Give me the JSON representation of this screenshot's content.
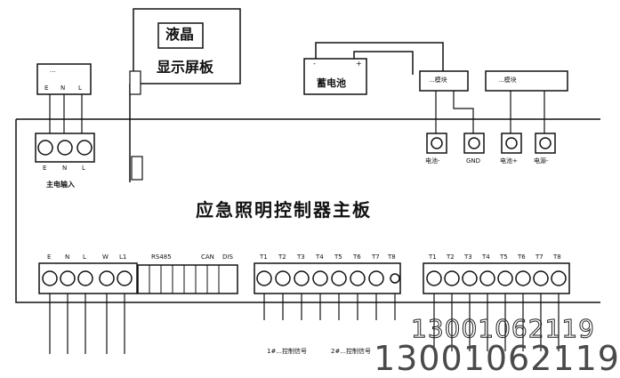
{
  "lcd_box": {
    "title": "液晶"
  },
  "display_panel": {
    "label": "显示屏板"
  },
  "main_board": {
    "title": "应急照明控制器主板"
  },
  "battery": {
    "label": "蓄电池",
    "minus": "-",
    "plus": "+"
  },
  "small_module": {
    "label": "...模块"
  },
  "right_module": {
    "label": "...模块"
  },
  "top_left_terminal": {
    "header": "...",
    "pins": [
      "E",
      "N",
      "L"
    ]
  },
  "supply_terminal": {
    "pins": [
      "E",
      "N",
      "L"
    ],
    "label": "主电输入"
  },
  "right_ground_terminals": [
    "电池-",
    "GND",
    "电池+",
    "电源-"
  ],
  "bottom_left_pins": [
    "E",
    "N",
    "L",
    "W",
    "L1"
  ],
  "bottom_middle_groups": [
    "RS485",
    "CAN",
    "DIS"
  ],
  "bottom_mid_pins": [
    "T1",
    "T2",
    "T3",
    "T4",
    "T5",
    "T6",
    "T7",
    "T8"
  ],
  "bottom_right_pins": [
    "T1",
    "T2",
    "T3",
    "T4",
    "T5",
    "T6",
    "T7",
    "T8"
  ],
  "bottom_group_labels": [
    "1#...控制信号",
    "2#...控制信号"
  ],
  "watermark": {
    "lines": [
      "13001062119",
      "13001062119"
    ]
  }
}
